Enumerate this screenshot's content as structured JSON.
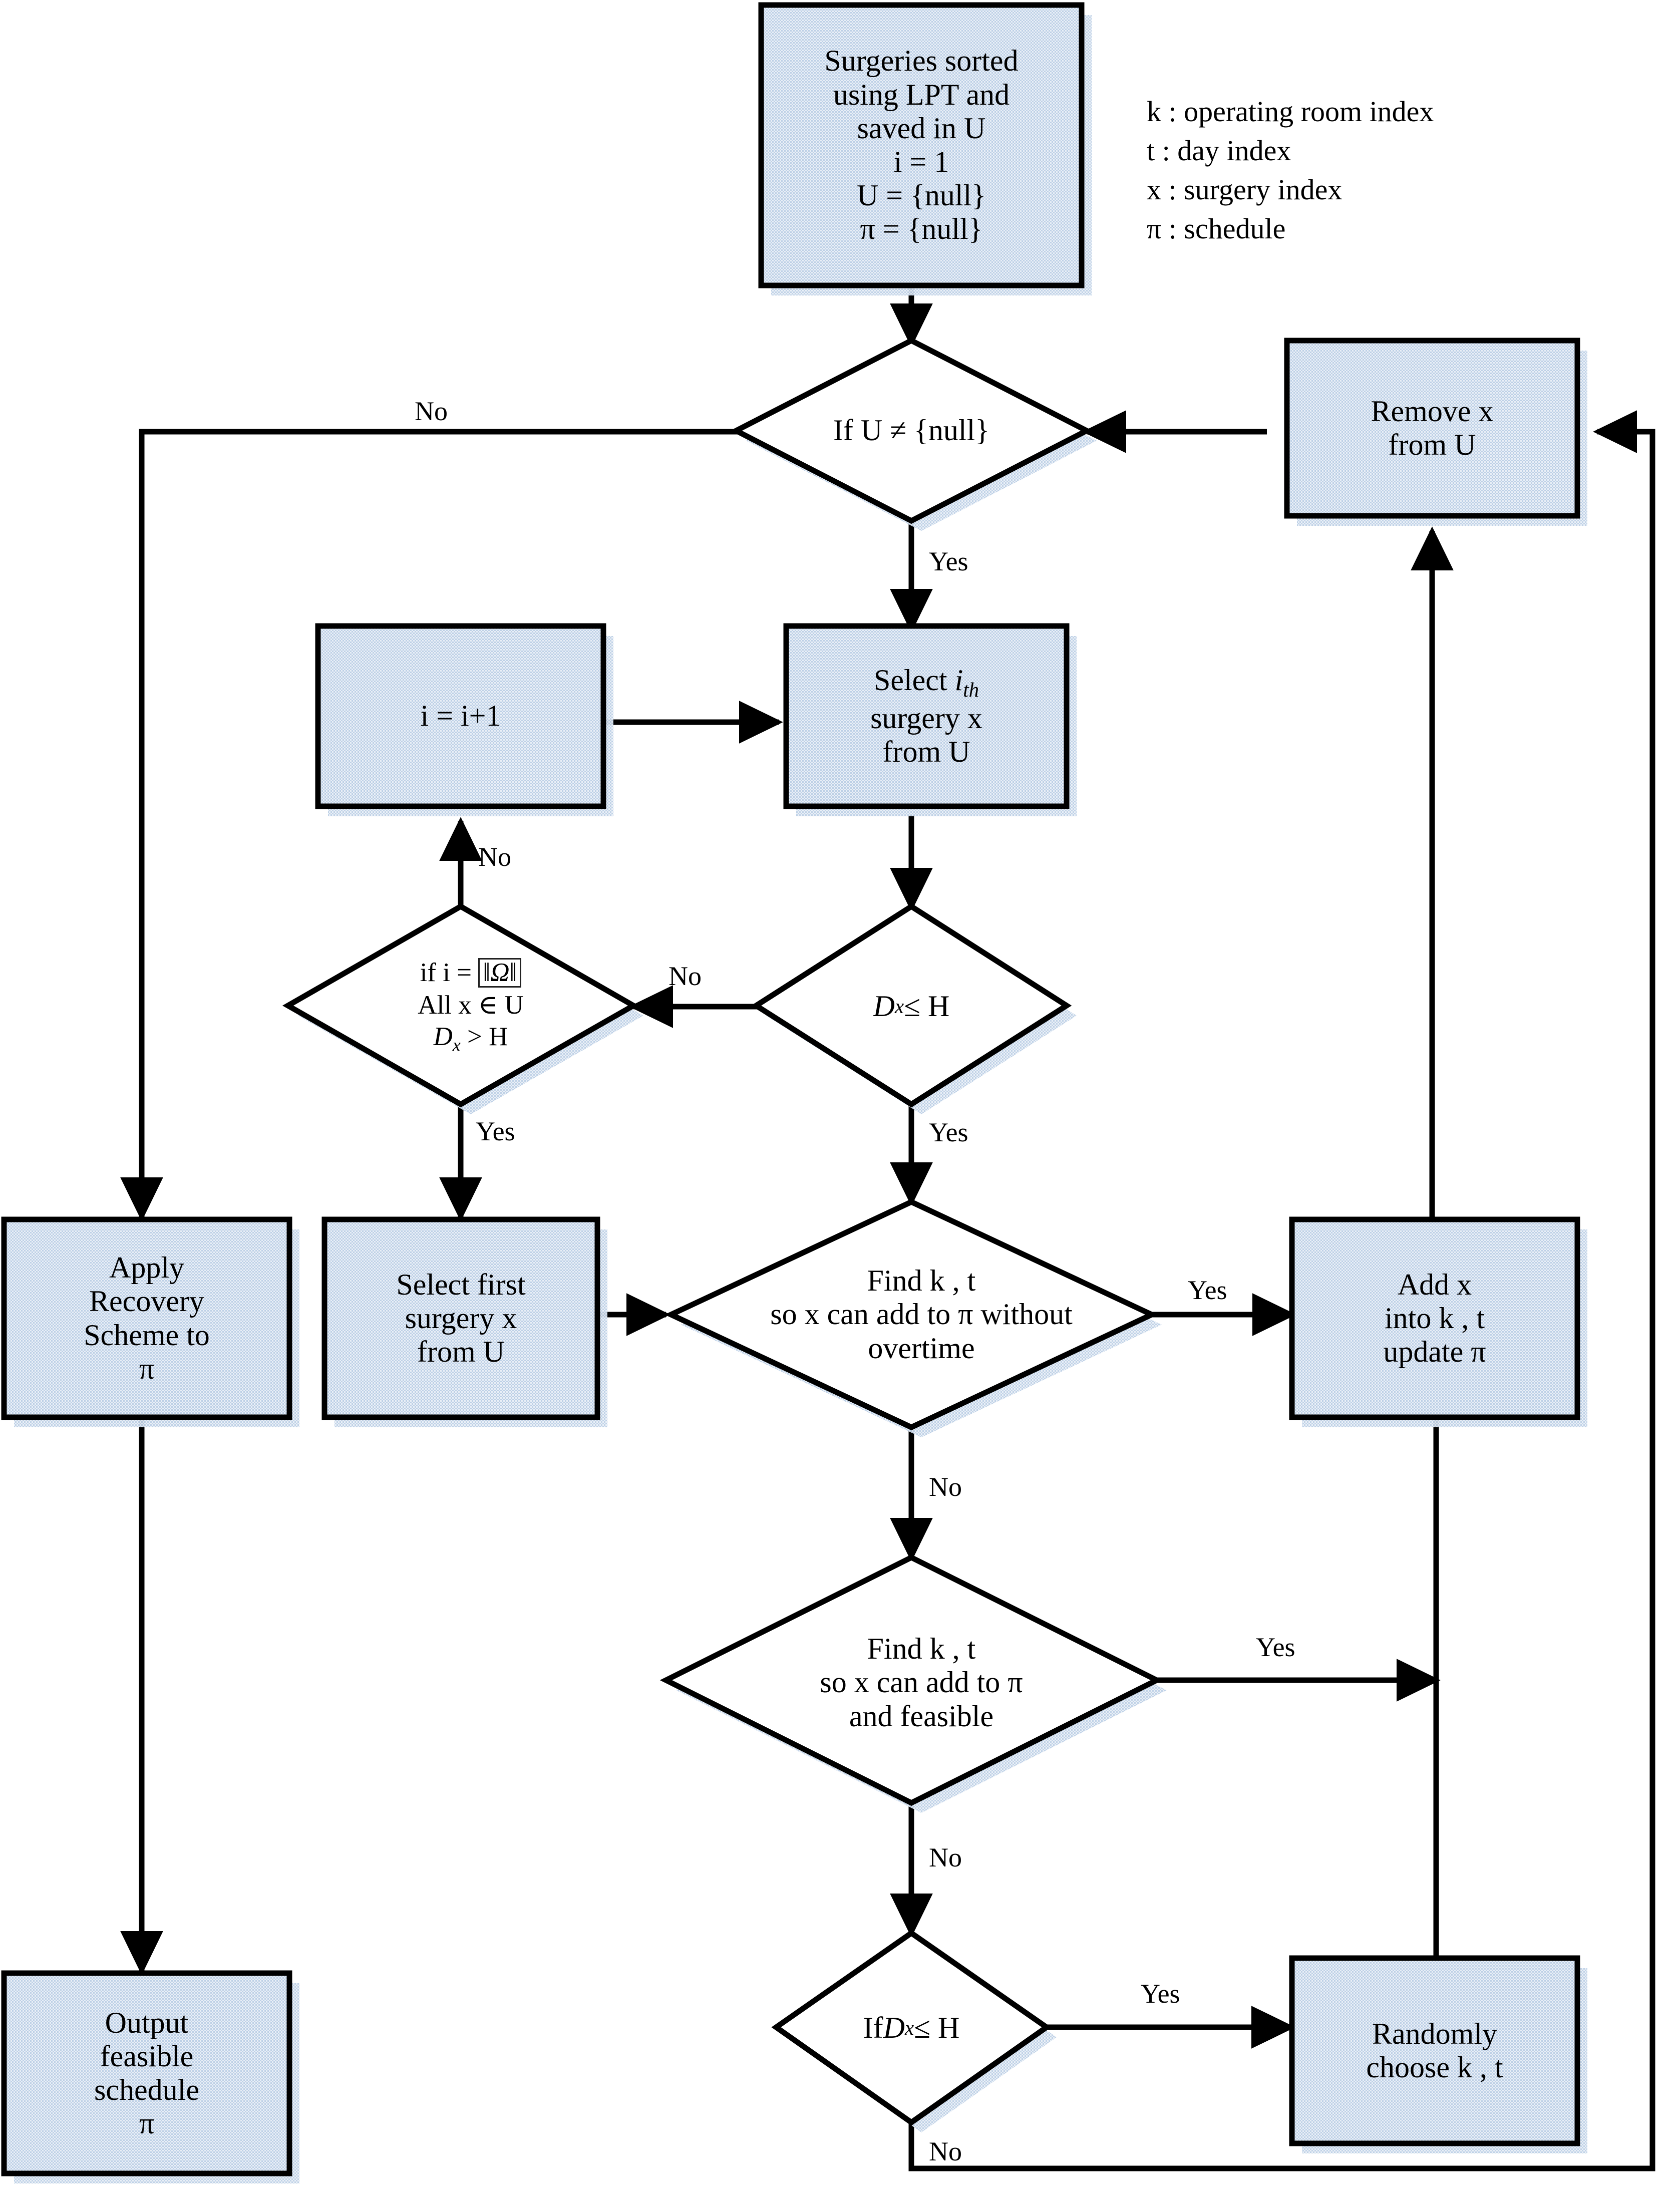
{
  "diagram": {
    "title": "Surgery scheduling LPT heuristic flowchart",
    "colors": {
      "node_fill": "#cfdcec",
      "node_border": "#000000",
      "shadow": "#cfdcec",
      "edge": "#000000",
      "text": "#000000",
      "background": "#ffffff"
    }
  },
  "legend": {
    "name": "symbol-legend",
    "lines": [
      "k : operating room index",
      "t  : day index",
      "x : surgery index",
      "π : schedule"
    ],
    "entries": [
      {
        "symbol": "k",
        "meaning": "operating room index"
      },
      {
        "symbol": "t",
        "meaning": "day index"
      },
      {
        "symbol": "x",
        "meaning": "surgery index"
      },
      {
        "symbol": "π",
        "meaning": "schedule"
      }
    ]
  },
  "nodes": {
    "start": {
      "id": "start",
      "shape": "process",
      "text": "Surgeries sorted\nusing LPT and\nsaved in U\ni = 1\nU = {null}\nπ = {null}"
    },
    "check_u": {
      "id": "check_u",
      "shape": "decision",
      "text": "If U ≠ {null}"
    },
    "remove_x": {
      "id": "remove_x",
      "shape": "process",
      "text": "Remove x\nfrom U"
    },
    "increment_i": {
      "id": "increment_i",
      "shape": "process",
      "text": "i = i+1"
    },
    "select_ith": {
      "id": "select_ith",
      "shape": "process",
      "line1_prefix": "Select ",
      "line1_italic": "i",
      "line1_sub": "th",
      "line2": "surgery x",
      "line3": "from U",
      "text": "Select iₜₕ\nsurgery x\nfrom U"
    },
    "dx_le_h": {
      "id": "dx_le_h",
      "shape": "decision",
      "base": "D",
      "sub": "x",
      "rest": " ≤ H",
      "text": "Dₓ ≤ H"
    },
    "all_checked": {
      "id": "all_checked",
      "shape": "decision",
      "line1_prefix": "if  i = ",
      "line1_boxed": "‖Ω‖",
      "line2": "All x ∈ U",
      "line3_base": "D",
      "line3_sub": "x",
      "line3_rest": " > H",
      "text": "if  i = ‖Ω‖\nAll x ∈ U\nDₓ > H"
    },
    "apply_recovery": {
      "id": "apply_recovery",
      "shape": "process",
      "text": "Apply\nRecovery\nScheme to\nπ"
    },
    "select_first": {
      "id": "select_first",
      "shape": "process",
      "text": "Select first\nsurgery x\nfrom U"
    },
    "find_no_overtime": {
      "id": "find_no_overtime",
      "shape": "decision",
      "text": "Find k , t\nso x can add to π without\novertime"
    },
    "add_x": {
      "id": "add_x",
      "shape": "process",
      "text": "Add x\ninto k , t\nupdate π"
    },
    "find_feasible": {
      "id": "find_feasible",
      "shape": "decision",
      "text": "Find k , t\nso x can add to π\nand feasible"
    },
    "if_dx_le_h": {
      "id": "if_dx_le_h",
      "shape": "decision",
      "prefix": "If ",
      "base": "D",
      "sub": "x",
      "rest": " ≤ H",
      "text": "If Dₓ ≤ H"
    },
    "randomly_choose": {
      "id": "randomly_choose",
      "shape": "process",
      "text": "Randomly\nchoose k , t"
    },
    "output": {
      "id": "output",
      "shape": "process",
      "text": "Output\nfeasible\nschedule\nπ"
    }
  },
  "edge_labels": {
    "check_u_no": "No",
    "check_u_yes": "Yes",
    "all_checked_no": "No",
    "all_checked_yes": "Yes",
    "dx_le_h_no": "No",
    "dx_le_h_yes": "Yes",
    "find_no_overtime_yes": "Yes",
    "find_no_overtime_no": "No",
    "find_feasible_yes": "Yes",
    "find_feasible_no": "No",
    "if_dx_le_h_yes": "Yes",
    "if_dx_le_h_no": "No"
  },
  "edges": [
    {
      "from": "start",
      "to": "check_u",
      "label": ""
    },
    {
      "from": "check_u",
      "to": "apply_recovery",
      "label": "No"
    },
    {
      "from": "check_u",
      "to": "select_ith",
      "label": "Yes"
    },
    {
      "from": "increment_i",
      "to": "select_ith",
      "label": ""
    },
    {
      "from": "select_ith",
      "to": "dx_le_h",
      "label": ""
    },
    {
      "from": "dx_le_h",
      "to": "all_checked",
      "label": "No"
    },
    {
      "from": "dx_le_h",
      "to": "find_no_overtime",
      "label": "Yes"
    },
    {
      "from": "all_checked",
      "to": "increment_i",
      "label": "No"
    },
    {
      "from": "all_checked",
      "to": "select_first",
      "label": "Yes"
    },
    {
      "from": "select_first",
      "to": "find_no_overtime",
      "label": ""
    },
    {
      "from": "find_no_overtime",
      "to": "add_x",
      "label": "Yes"
    },
    {
      "from": "find_no_overtime",
      "to": "find_feasible",
      "label": "No"
    },
    {
      "from": "find_feasible",
      "to": "add_x",
      "label": "Yes"
    },
    {
      "from": "find_feasible",
      "to": "if_dx_le_h",
      "label": "No"
    },
    {
      "from": "if_dx_le_h",
      "to": "randomly_choose",
      "label": "Yes"
    },
    {
      "from": "if_dx_le_h",
      "to": "remove_x",
      "label": "No"
    },
    {
      "from": "randomly_choose",
      "to": "add_x",
      "label": ""
    },
    {
      "from": "add_x",
      "to": "remove_x",
      "label": ""
    },
    {
      "from": "remove_x",
      "to": "check_u",
      "label": ""
    },
    {
      "from": "apply_recovery",
      "to": "output",
      "label": ""
    }
  ]
}
